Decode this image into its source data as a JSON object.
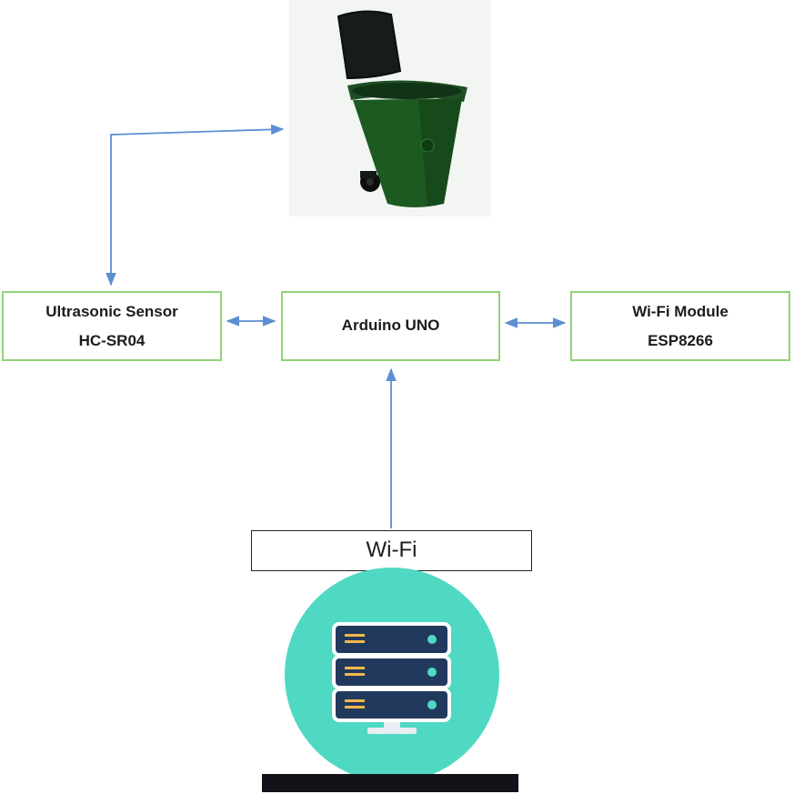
{
  "diagram": {
    "nodes": {
      "sensor": {
        "line1": "Ultrasonic Sensor",
        "line2": "HC-SR04"
      },
      "arduino": {
        "line1": "Arduino UNO"
      },
      "wifi_module": {
        "line1": "Wi-Fi Module",
        "line2": "ESP8266"
      },
      "wifi": {
        "line1": "Wi-Fi"
      }
    },
    "icons": {
      "bin": "garbage-bin-icon",
      "server": "server-icon"
    },
    "colors": {
      "box_border": "#8fd47a",
      "arrow": "#5b8fd1",
      "server_circle": "#4fd9c3",
      "server_panel": "#22395e",
      "bin_body": "#1c5a22"
    },
    "footer": {
      "left": "",
      "right": ""
    }
  }
}
